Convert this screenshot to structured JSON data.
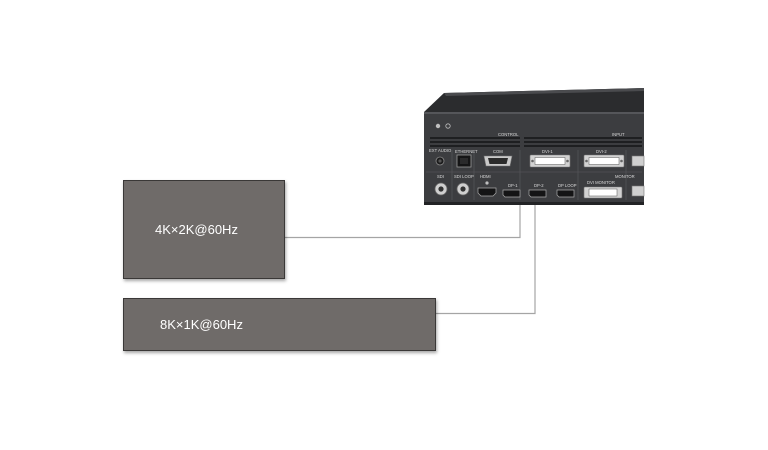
{
  "displays": [
    {
      "id": "display-4k",
      "label": "4K×2K@60Hz"
    },
    {
      "id": "display-8k",
      "label": "8K×1K@60Hz"
    }
  ],
  "device": {
    "section_labels": {
      "control": "CONTROL",
      "input": "INPUT",
      "monitor": "MONITOR",
      "audio": "EXT AUDIO"
    },
    "port_labels": {
      "ethernet": "ETHERNET",
      "com": "COM",
      "dvi1": "DVI-1",
      "dvi2": "DVI-2",
      "sdi": "SDI",
      "sdi_loop": "SDI LOOP",
      "hdmi": "HDMI",
      "dp1": "DP-1",
      "dp2": "DP-2",
      "dp_loop": "DP LOOP",
      "dvi_monitor": "DVI MONITOR"
    }
  },
  "colors": {
    "display_fill": "#6f6b69",
    "device_body": "#3c3d40",
    "cable": "#a5a5a5"
  }
}
